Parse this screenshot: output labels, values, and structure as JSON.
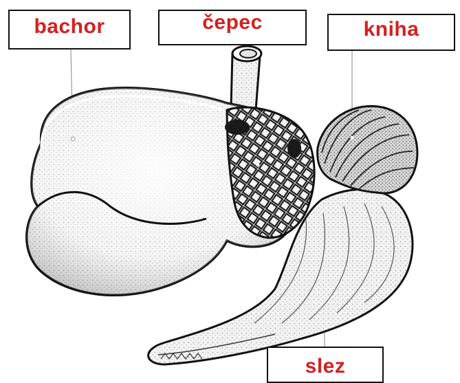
{
  "diagram": {
    "label_color": "#d42020",
    "outline_color": "#111111",
    "labels": {
      "bachor": "bachor",
      "cepec": "čepec",
      "kniha": "kniha",
      "slez": "slez"
    }
  }
}
